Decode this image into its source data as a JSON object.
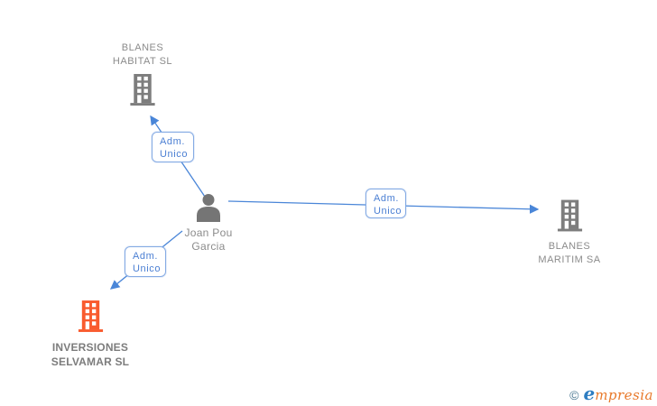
{
  "colors": {
    "edge_blue": "#4a86d8",
    "box_border_blue": "#85abe4",
    "label_blue": "#4b7fd3",
    "gray_icon": "#7d7d7d",
    "highlight_orange": "#f95b2e",
    "text_gray": "#8b8b8b",
    "logo_e_blue": "#2d7dc1",
    "logo_rest_orange": "#e8792a"
  },
  "diagram": {
    "person": {
      "name": "Joan Pou\nGarcia"
    },
    "companies": {
      "habitat": {
        "name": "BLANES\nHABITAT SL",
        "highlighted": false
      },
      "maritim": {
        "name": "BLANES\nMARITIM SA",
        "highlighted": false
      },
      "selvamar": {
        "name": "INVERSIONES\nSELVAMAR SL",
        "highlighted": true
      }
    },
    "edge_labels": {
      "habitat": "Adm.\nUnico",
      "maritim": "Adm.\nUnico",
      "selvamar": "Adm.\nUnico"
    }
  },
  "footer": {
    "copyright_symbol": "©",
    "brand_first_letter": "e",
    "brand_rest": "mpresia"
  }
}
